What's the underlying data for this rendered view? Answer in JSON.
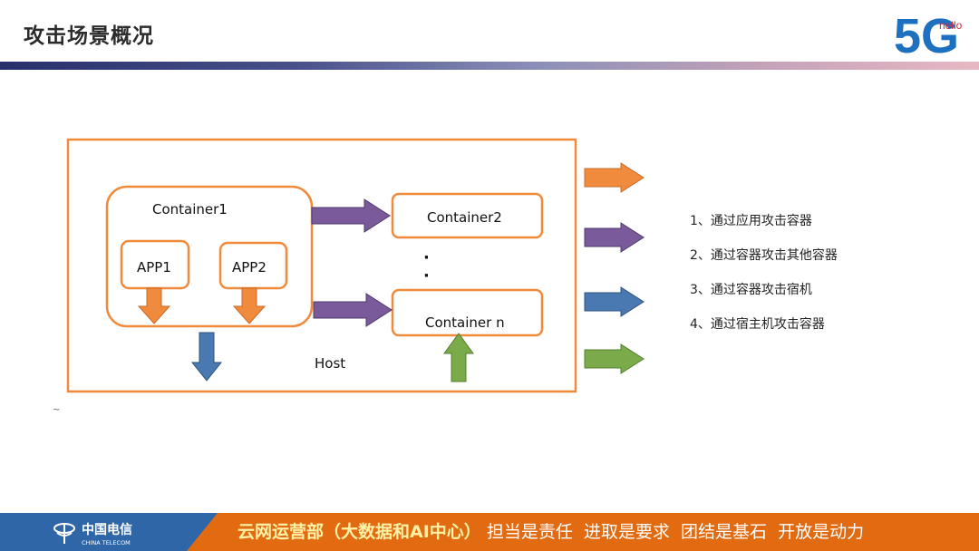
{
  "header": {
    "title": "攻击场景概况",
    "logo": {
      "big": "5G",
      "small": "hello"
    }
  },
  "diagram": {
    "host_label": "Host",
    "container1": "Container1",
    "app1": "APP1",
    "app2": "APP2",
    "container2": "Container2",
    "container_n": "Container n",
    "ellipsis": [
      "·",
      "·"
    ],
    "stray_mark": "~"
  },
  "legend": [
    {
      "text": "1、通过应用攻击容器",
      "color": "#f08a3c"
    },
    {
      "text": "2、通过容器攻击其他容器",
      "color": "#7a5a9a"
    },
    {
      "text": "3、通过容器攻击宿机",
      "color": "#4a78b0"
    },
    {
      "text": "4、通过宿主机攻击容器",
      "color": "#7aaa4a"
    }
  ],
  "footer": {
    "org_cn": "中国电信",
    "org_en": "CHINA TELECOM",
    "department": "云网运营部（大数据和AI中心）",
    "slogan": "担当是责任  进取是要求  团结是基石  开放是动力"
  },
  "colors": {
    "box_border": "#f08a3c",
    "arrow_orange": "#f08a3c",
    "arrow_purple": "#7a5a9a",
    "arrow_blue": "#4a78b0",
    "arrow_green": "#7aaa4a",
    "footer_orange": "#e26b12",
    "footer_blue": "#2f66a7"
  }
}
